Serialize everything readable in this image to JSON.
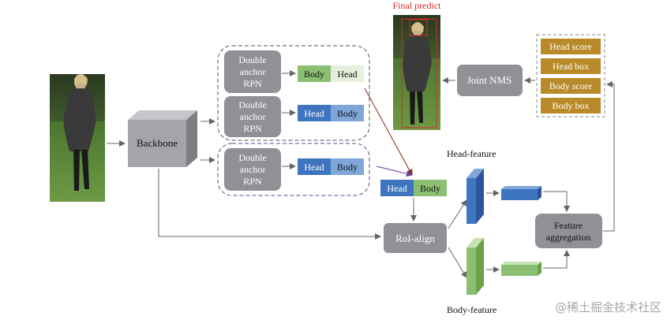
{
  "labels": {
    "final_predict": "Final predict",
    "backbone": "Backbone",
    "rpn_line1": "Double",
    "rpn_line2": "anchor",
    "rpn_line3": "RPN",
    "body": "Body",
    "head": "Head",
    "joint_nms": "Joint NMS",
    "roi_align": "RoI-align",
    "head_feature": "Head-feature",
    "body_feature": "Body-feature",
    "feature_aggregation_line1": "Feature",
    "feature_aggregation_line2": "aggregation"
  },
  "outputs": [
    "Head score",
    "Head box",
    "Body score",
    "Body box"
  ],
  "watermark": "@稀土掘金技术社区",
  "colors": {
    "gray_box": "#8f9196",
    "green_tag": "#8bbf72",
    "light_green_tag": "#e7f2df",
    "blue_tag": "#3f74bf",
    "output_gold": "#b98a2a",
    "final_predict_red": "#d82a2a",
    "arrow_gray": "#666666",
    "arrow_purple": "#6a3d9a",
    "arrow_brown": "#8b2b1c"
  },
  "icons": {
    "input_image": "person-photo",
    "output_image": "person-photo-with-boxes"
  }
}
